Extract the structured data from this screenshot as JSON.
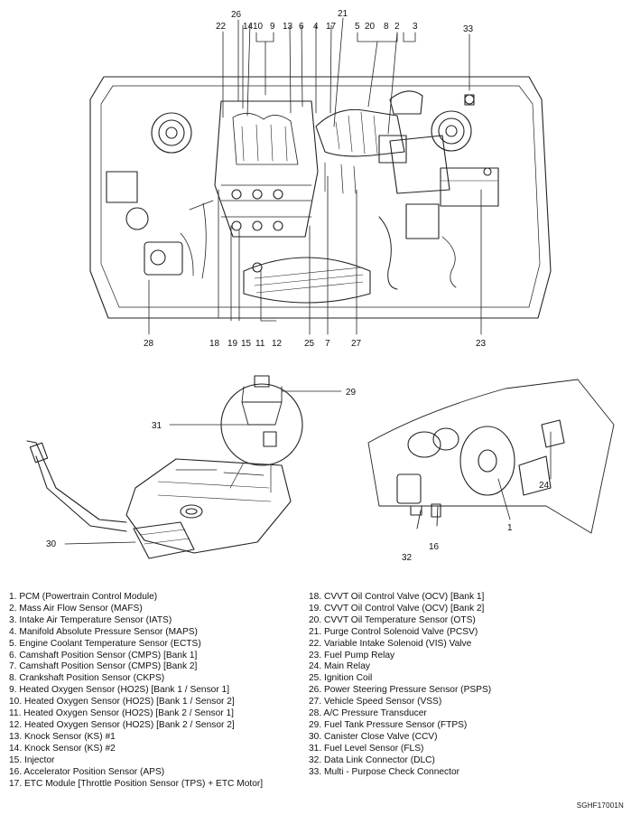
{
  "callouts": {
    "c1": "1",
    "c2": "2",
    "c3": "3",
    "c4": "4",
    "c5": "5",
    "c6": "6",
    "c7": "7",
    "c8": "8",
    "c9": "9",
    "c10": "10",
    "c11": "11",
    "c12": "12",
    "c13": "13",
    "c14": "14",
    "c15": "15",
    "c16": "16",
    "c17": "17",
    "c18": "18",
    "c19": "19",
    "c20": "20",
    "c21": "21",
    "c22": "22",
    "c23": "23",
    "c24": "24",
    "c25": "25",
    "c26": "26",
    "c27": "27",
    "c28": "28",
    "c29": "29",
    "c30": "30",
    "c31": "31",
    "c32": "32",
    "c33": "33"
  },
  "legend_left": [
    "1. PCM (Powertrain Control Module)",
    "2. Mass Air Flow Sensor (MAFS)",
    "3. Intake Air Temperature Sensor (IATS)",
    "4. Manifold Absolute Pressure Sensor (MAPS)",
    "5. Engine Coolant Temperature Sensor (ECTS)",
    "6. Camshaft Position Sensor (CMPS) [Bank 1]",
    "7. Camshaft Position Sensor (CMPS) [Bank 2]",
    "8. Crankshaft Position Sensor (CKPS)",
    "9. Heated Oxygen Sensor (HO2S) [Bank 1 / Sensor 1]",
    "10. Heated Oxygen Sensor (HO2S) [Bank 1 / Sensor 2]",
    "11. Heated Oxygen Sensor (HO2S) [Bank 2 / Sensor 1]",
    "12. Heated Oxygen Sensor (HO2S) [Bank 2 / Sensor 2]",
    "13. Knock Sensor (KS) #1",
    "14. Knock Sensor (KS) #2",
    "15. Injector",
    "16. Accelerator Position Sensor (APS)",
    "17. ETC Module [Throttle Position Sensor (TPS) + ETC Motor]"
  ],
  "legend_right": [
    "18. CVVT Oil Control Valve (OCV) [Bank 1]",
    "19. CVVT Oil Control Valve (OCV) [Bank 2]",
    "20. CVVT Oil Temperature Sensor (OTS)",
    "21. Purge Control Solenoid Valve (PCSV)",
    "22. Variable Intake Solenoid (VIS) Valve",
    "23. Fuel Pump Relay",
    "24. Main Relay",
    "25. Ignition Coil",
    "26. Power Steering Pressure Sensor (PSPS)",
    "27. Vehicle Speed Sensor (VSS)",
    "28. A/C Pressure Transducer",
    "29. Fuel Tank Pressure Sensor (FTPS)",
    "30. Canister Close Valve (CCV)",
    "31. Fuel Level Sensor (FLS)",
    "32. Data Link Connector (DLC)",
    "33. Multi - Purpose Check Connector"
  ],
  "figure_code": "SGHF17001N"
}
